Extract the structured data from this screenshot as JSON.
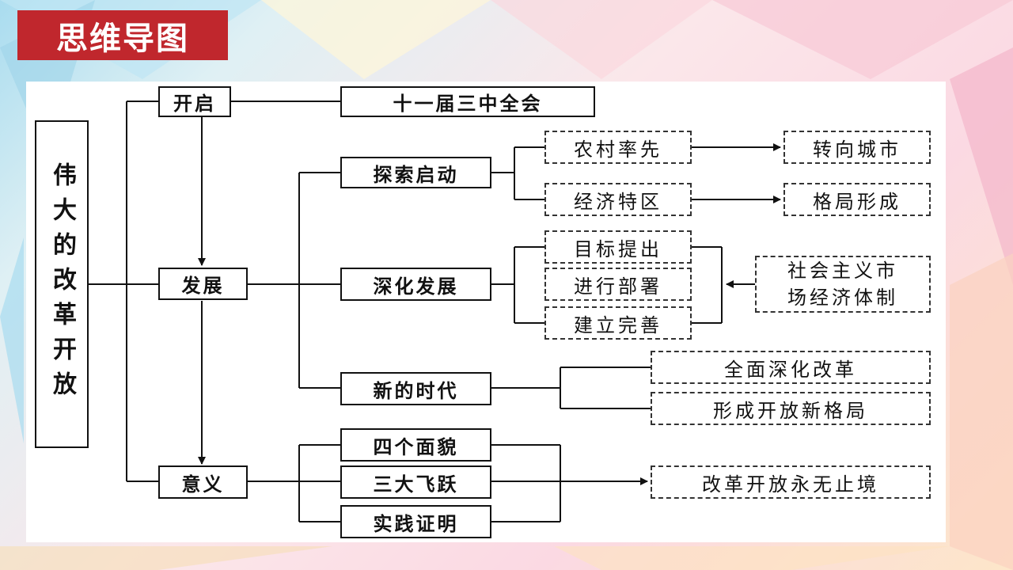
{
  "header": {
    "title": "思维导图"
  },
  "mindmap": {
    "root": "伟大的改革开放",
    "level1": {
      "start": "开启",
      "develop": "发展",
      "meaning": "意义"
    },
    "start_detail": "十一届三中全会",
    "develop_branches": {
      "explore": "探索启动",
      "deepen": "深化发展",
      "new_era": "新的时代"
    },
    "explore_items": {
      "rural": "农村率先",
      "sez": "经济特区"
    },
    "explore_results": {
      "rural": "转向城市",
      "sez": "格局形成"
    },
    "deepen_items": {
      "goal": "目标提出",
      "plan": "进行部署",
      "build": "建立完善"
    },
    "market_economy": {
      "line1": "社会主义市",
      "line2": "场经济体制"
    },
    "new_era_items": {
      "deepen_reform": "全面深化改革",
      "open_pattern": "形成开放新格局"
    },
    "meaning_items": {
      "four": "四个面貌",
      "three": "三大飞跃",
      "practice": "实践证明"
    },
    "conclusion": "改革开放永无止境"
  },
  "colors": {
    "banner": "#c0272d",
    "line": "#111111",
    "panel": "#ffffff"
  }
}
